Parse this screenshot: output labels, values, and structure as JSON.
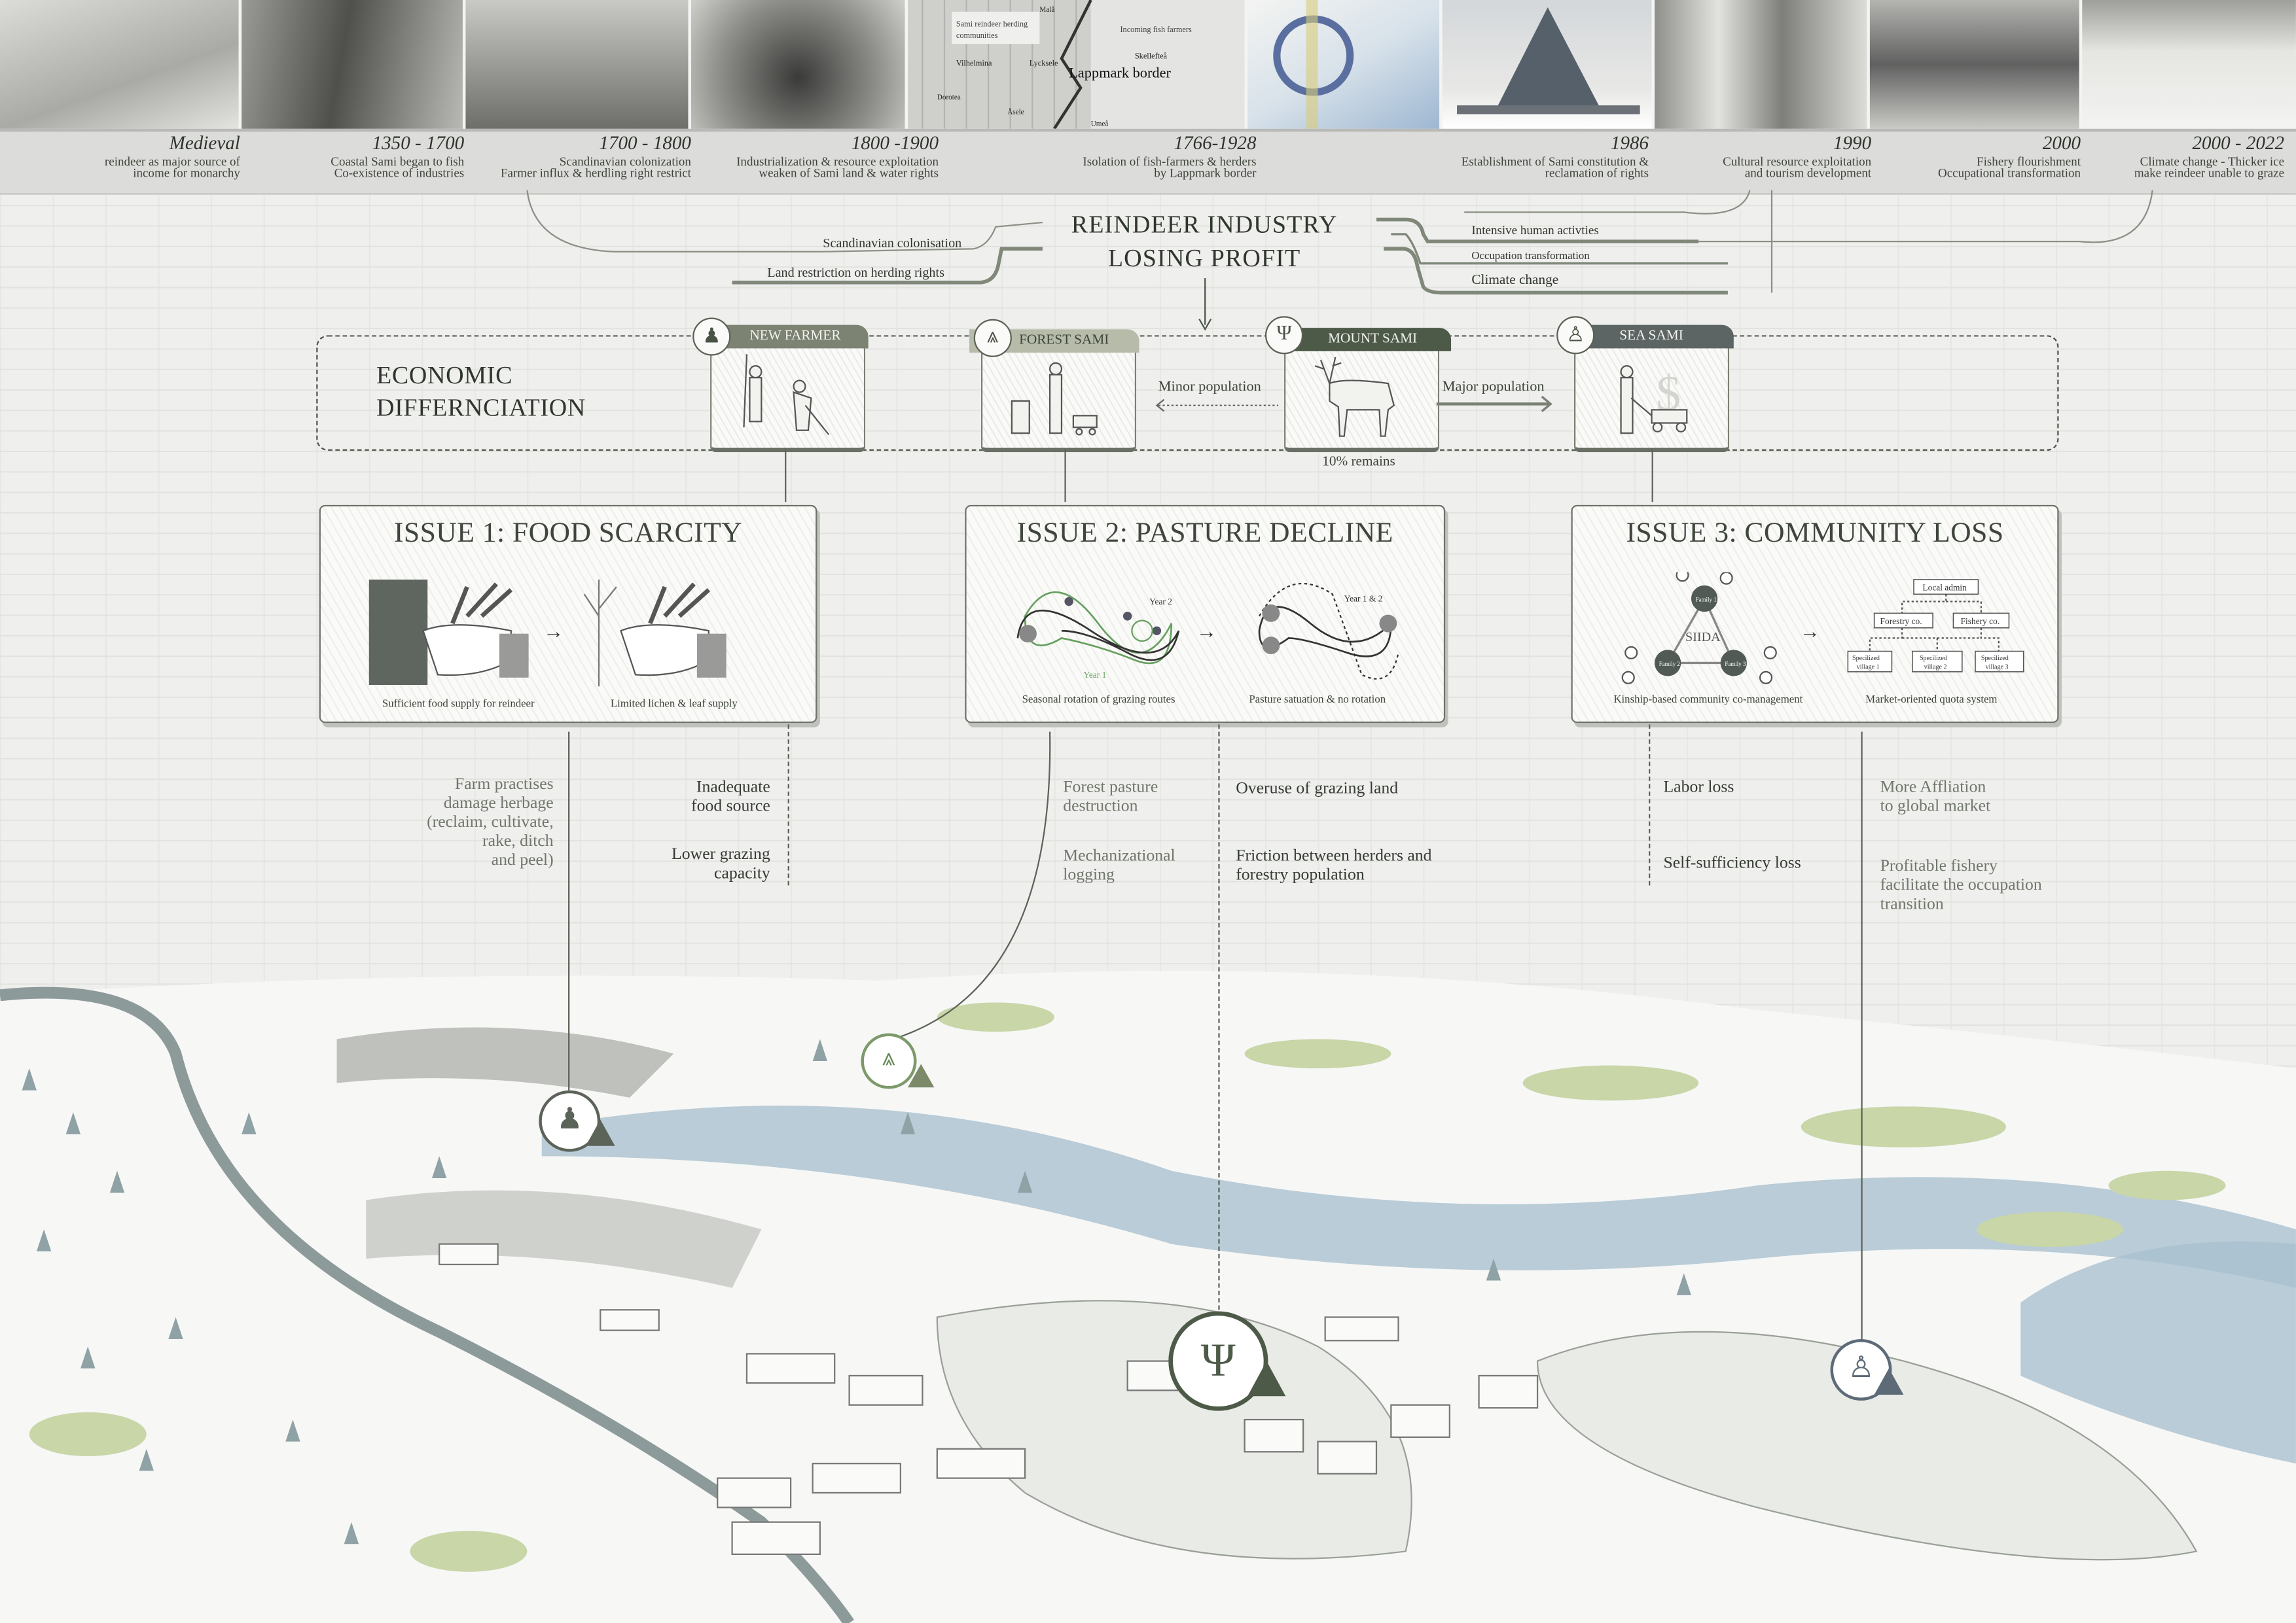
{
  "timeline": [
    {
      "year": "Medieval",
      "desc": [
        "reindeer as major source of",
        "income for monarchy"
      ]
    },
    {
      "year": "1350 - 1700",
      "desc": [
        "Coastal Sami began to fish",
        "Co-existence of industries"
      ]
    },
    {
      "year": "1700 - 1800",
      "desc": [
        "Scandinavian colonization",
        "Farmer influx & herdling right restrict"
      ]
    },
    {
      "year": "1800 -1900",
      "desc": [
        "Industrialization & resource exploitation",
        "weaken of Sami land & water rights"
      ]
    },
    {
      "year": "1766-1928",
      "desc": [
        "Isolation of fish-farmers & herders",
        "by Lappmark border"
      ]
    },
    {
      "year": "1986",
      "desc": [
        "Establishment of Sami constitution &",
        "reclamation of rights"
      ]
    },
    {
      "year": "1990",
      "desc": [
        "Cultural resource exploitation",
        "and tourism development"
      ]
    },
    {
      "year": "2000",
      "desc": [
        "Fishery flourishment",
        "Occupational transformation"
      ]
    },
    {
      "year": "2000 - 2022",
      "desc": [
        "Climate change - Thicker ice",
        "make reindeer unable to graze"
      ]
    }
  ],
  "map_photo": {
    "labels": [
      "Malå",
      "Sami reindeer herding",
      "communities",
      "Incoming fish farmers",
      "Skellefteå",
      "Vilhelmina",
      "Lycksele",
      "Lappmark border",
      "Dorotea",
      "Åsele",
      "Umeå"
    ]
  },
  "central": {
    "line1": "REINDEER INDUSTRY",
    "line2": "LOSING PROFIT",
    "left_causes": [
      "Scandinavian  colonisation",
      "Land restriction on herding rights"
    ],
    "right_causes": [
      "Intensive human activties",
      "Occupation transformation",
      "Climate change"
    ]
  },
  "economic": {
    "title_line1": "ECONOMIC",
    "title_line2": "DIFFERNCIATION",
    "groups": [
      {
        "label": "NEW FARMER",
        "icon": "farmer-icon",
        "color": "#7d8373"
      },
      {
        "label": "FOREST SAMI",
        "icon": "trees-icon",
        "color": "#b6bca9"
      },
      {
        "label": "MOUNT SAMI",
        "icon": "reindeer-icon",
        "color": "#4d5a48"
      },
      {
        "label": "SEA SAMI",
        "icon": "fisherman-icon",
        "color": "#5d6564"
      }
    ],
    "minor": "Minor population",
    "major": "Major population",
    "remains": "10% remains"
  },
  "issues": [
    {
      "title": "ISSUE 1: FOOD SCARCITY",
      "captions": [
        "Sufficient food supply for reindeer",
        "Limited lichen & leaf  supply"
      ]
    },
    {
      "title": "ISSUE 2: PASTURE DECLINE",
      "captions": [
        "Seasonal rotation of  grazing routes",
        "Pasture satuation & no rotation"
      ],
      "labels": [
        "Year 2",
        "Year 1",
        "Year 1 & 2"
      ]
    },
    {
      "title": "ISSUE 3: COMMUNITY LOSS",
      "captions": [
        "Kinship-based community co-management",
        "Market-oriented quota system"
      ],
      "siida": {
        "center": "SIIDA",
        "families": [
          "Family 1",
          "Family 2",
          "Family 3"
        ]
      },
      "quota": {
        "top": "Local admin",
        "mid": [
          "Forestry co.",
          "Fishery co."
        ],
        "bottom": [
          [
            "Specilized",
            "village 1"
          ],
          [
            "Specilized",
            "village 2"
          ],
          [
            "Specilized",
            "village 3"
          ]
        ]
      }
    }
  ],
  "annotations": {
    "farm": [
      "Farm practises",
      "damage herbage",
      "(reclaim, cultivate,",
      "rake, ditch",
      "and peel)"
    ],
    "inadequate": [
      "Inadequate",
      "food source"
    ],
    "lower": [
      "Lower grazing",
      "capacity"
    ],
    "forest": [
      "Forest pasture",
      "destruction"
    ],
    "mech": [
      "Mechanizational",
      "logging"
    ],
    "overuse": [
      "Overuse of grazing land"
    ],
    "friction": [
      "Friction between herders and",
      "forestry population"
    ],
    "labor": [
      "Labor loss"
    ],
    "selfsuff": [
      "Self-sufficiency loss"
    ],
    "affil": [
      "More Affliation",
      "to global market"
    ],
    "fishery": [
      "Profitable fishery",
      "facilitate the occupation",
      "transition"
    ]
  },
  "colors": {
    "accent": "#4d5a48",
    "river": "#9fb8c8",
    "green": "#c8d6a8",
    "road": "#8c9a9a"
  }
}
